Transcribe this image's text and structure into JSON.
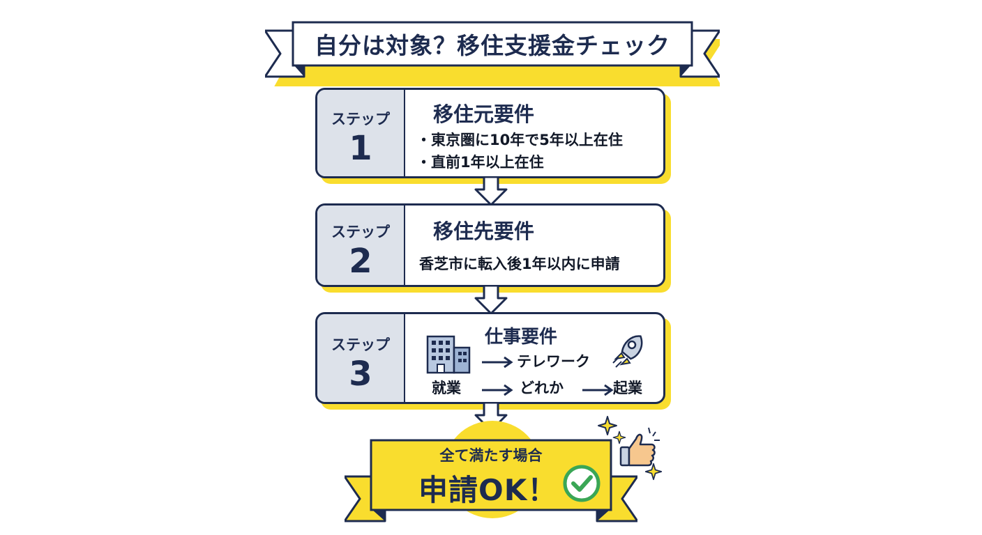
{
  "title": "自分は対象？移住支援金チェック",
  "steps": [
    {
      "label": "ステップ",
      "number": "1",
      "heading": "移住元要件",
      "lines": [
        "・東京圏に10年で5年以上在住",
        "・直前1年以上在住"
      ]
    },
    {
      "label": "ステップ",
      "number": "2",
      "heading": "移住先要件",
      "lines": [
        "香芝市に転入後1年以内に申請"
      ]
    },
    {
      "label": "ステップ",
      "number": "3",
      "heading": "仕事要件",
      "options": {
        "employment": "就業",
        "telework": "テレワーク",
        "either": "どれか",
        "startup": "起業"
      },
      "icons": [
        "office-building-icon",
        "rocket-icon"
      ]
    }
  ],
  "result": {
    "sub": "全て満たす場合",
    "main": "申請OK！",
    "icons": [
      "check-circle-icon",
      "thumbs-up-icon",
      "sparkle-icon"
    ]
  },
  "colors": {
    "navy": "#1d2b4f",
    "yellow": "#f9dd2e",
    "panel": "#dde2ea",
    "check_green": "#3aa655"
  }
}
